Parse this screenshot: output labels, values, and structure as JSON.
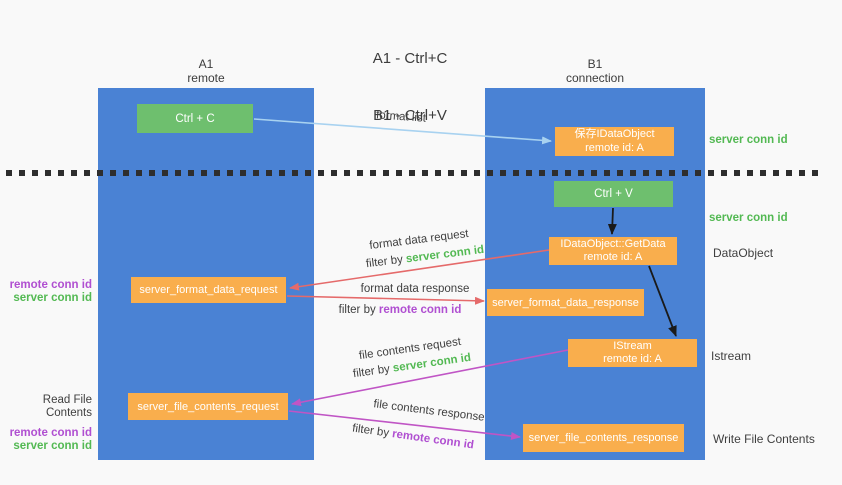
{
  "title": {
    "line1": "A1 - Ctrl+C",
    "line2": "B1 - Ctrl+V"
  },
  "lanes": {
    "left": {
      "title": "A1",
      "subtitle": "remote"
    },
    "right": {
      "title": "B1",
      "subtitle": "connection"
    }
  },
  "nodes": {
    "ctrl_c": {
      "label": "Ctrl + C"
    },
    "save_idataobject": {
      "line1": "保存IDataObject",
      "line2": "remote id: A"
    },
    "ctrl_v": {
      "label": "Ctrl + V"
    },
    "getdata": {
      "line1": "IDataObject::GetData",
      "line2": "remote id: A"
    },
    "format_request": {
      "label": "server_format_data_request"
    },
    "format_response": {
      "label": "server_format_data_response"
    },
    "istream": {
      "line1": "IStream",
      "line2": "remote id: A"
    },
    "file_request": {
      "label": "server_file_contents_request"
    },
    "file_response": {
      "label": "server_file_contents_response"
    }
  },
  "arrow_labels": {
    "format_list": "format list",
    "format_data_request": "format data request",
    "format_data_response": "format data response",
    "file_contents_request": "file contents request",
    "file_contents_response": "file contents response",
    "filter_by": "filter by ",
    "server_conn_id": "server conn id",
    "remote_conn_id": "remote conn id"
  },
  "side_labels": {
    "server_conn_id": "server conn id",
    "remote_conn_id": "remote conn id",
    "dataobject": "DataObject",
    "istream": "Istream",
    "read_file_contents": "Read File Contents",
    "write_file_contents": "Write File Contents"
  },
  "colors": {
    "lane_blue": "#4a82d4",
    "node_green": "#6ebf6e",
    "node_orange": "#f9ae4d",
    "arrow_red": "#e56a6a",
    "arrow_magenta": "#c055c5",
    "arrow_lightblue": "#a8d2f0",
    "arrow_black": "#1a1a1a",
    "text_green": "#53b953",
    "text_purple": "#b04fd1",
    "text_dark": "#3c3c3c",
    "background": "#f9f9f9"
  }
}
